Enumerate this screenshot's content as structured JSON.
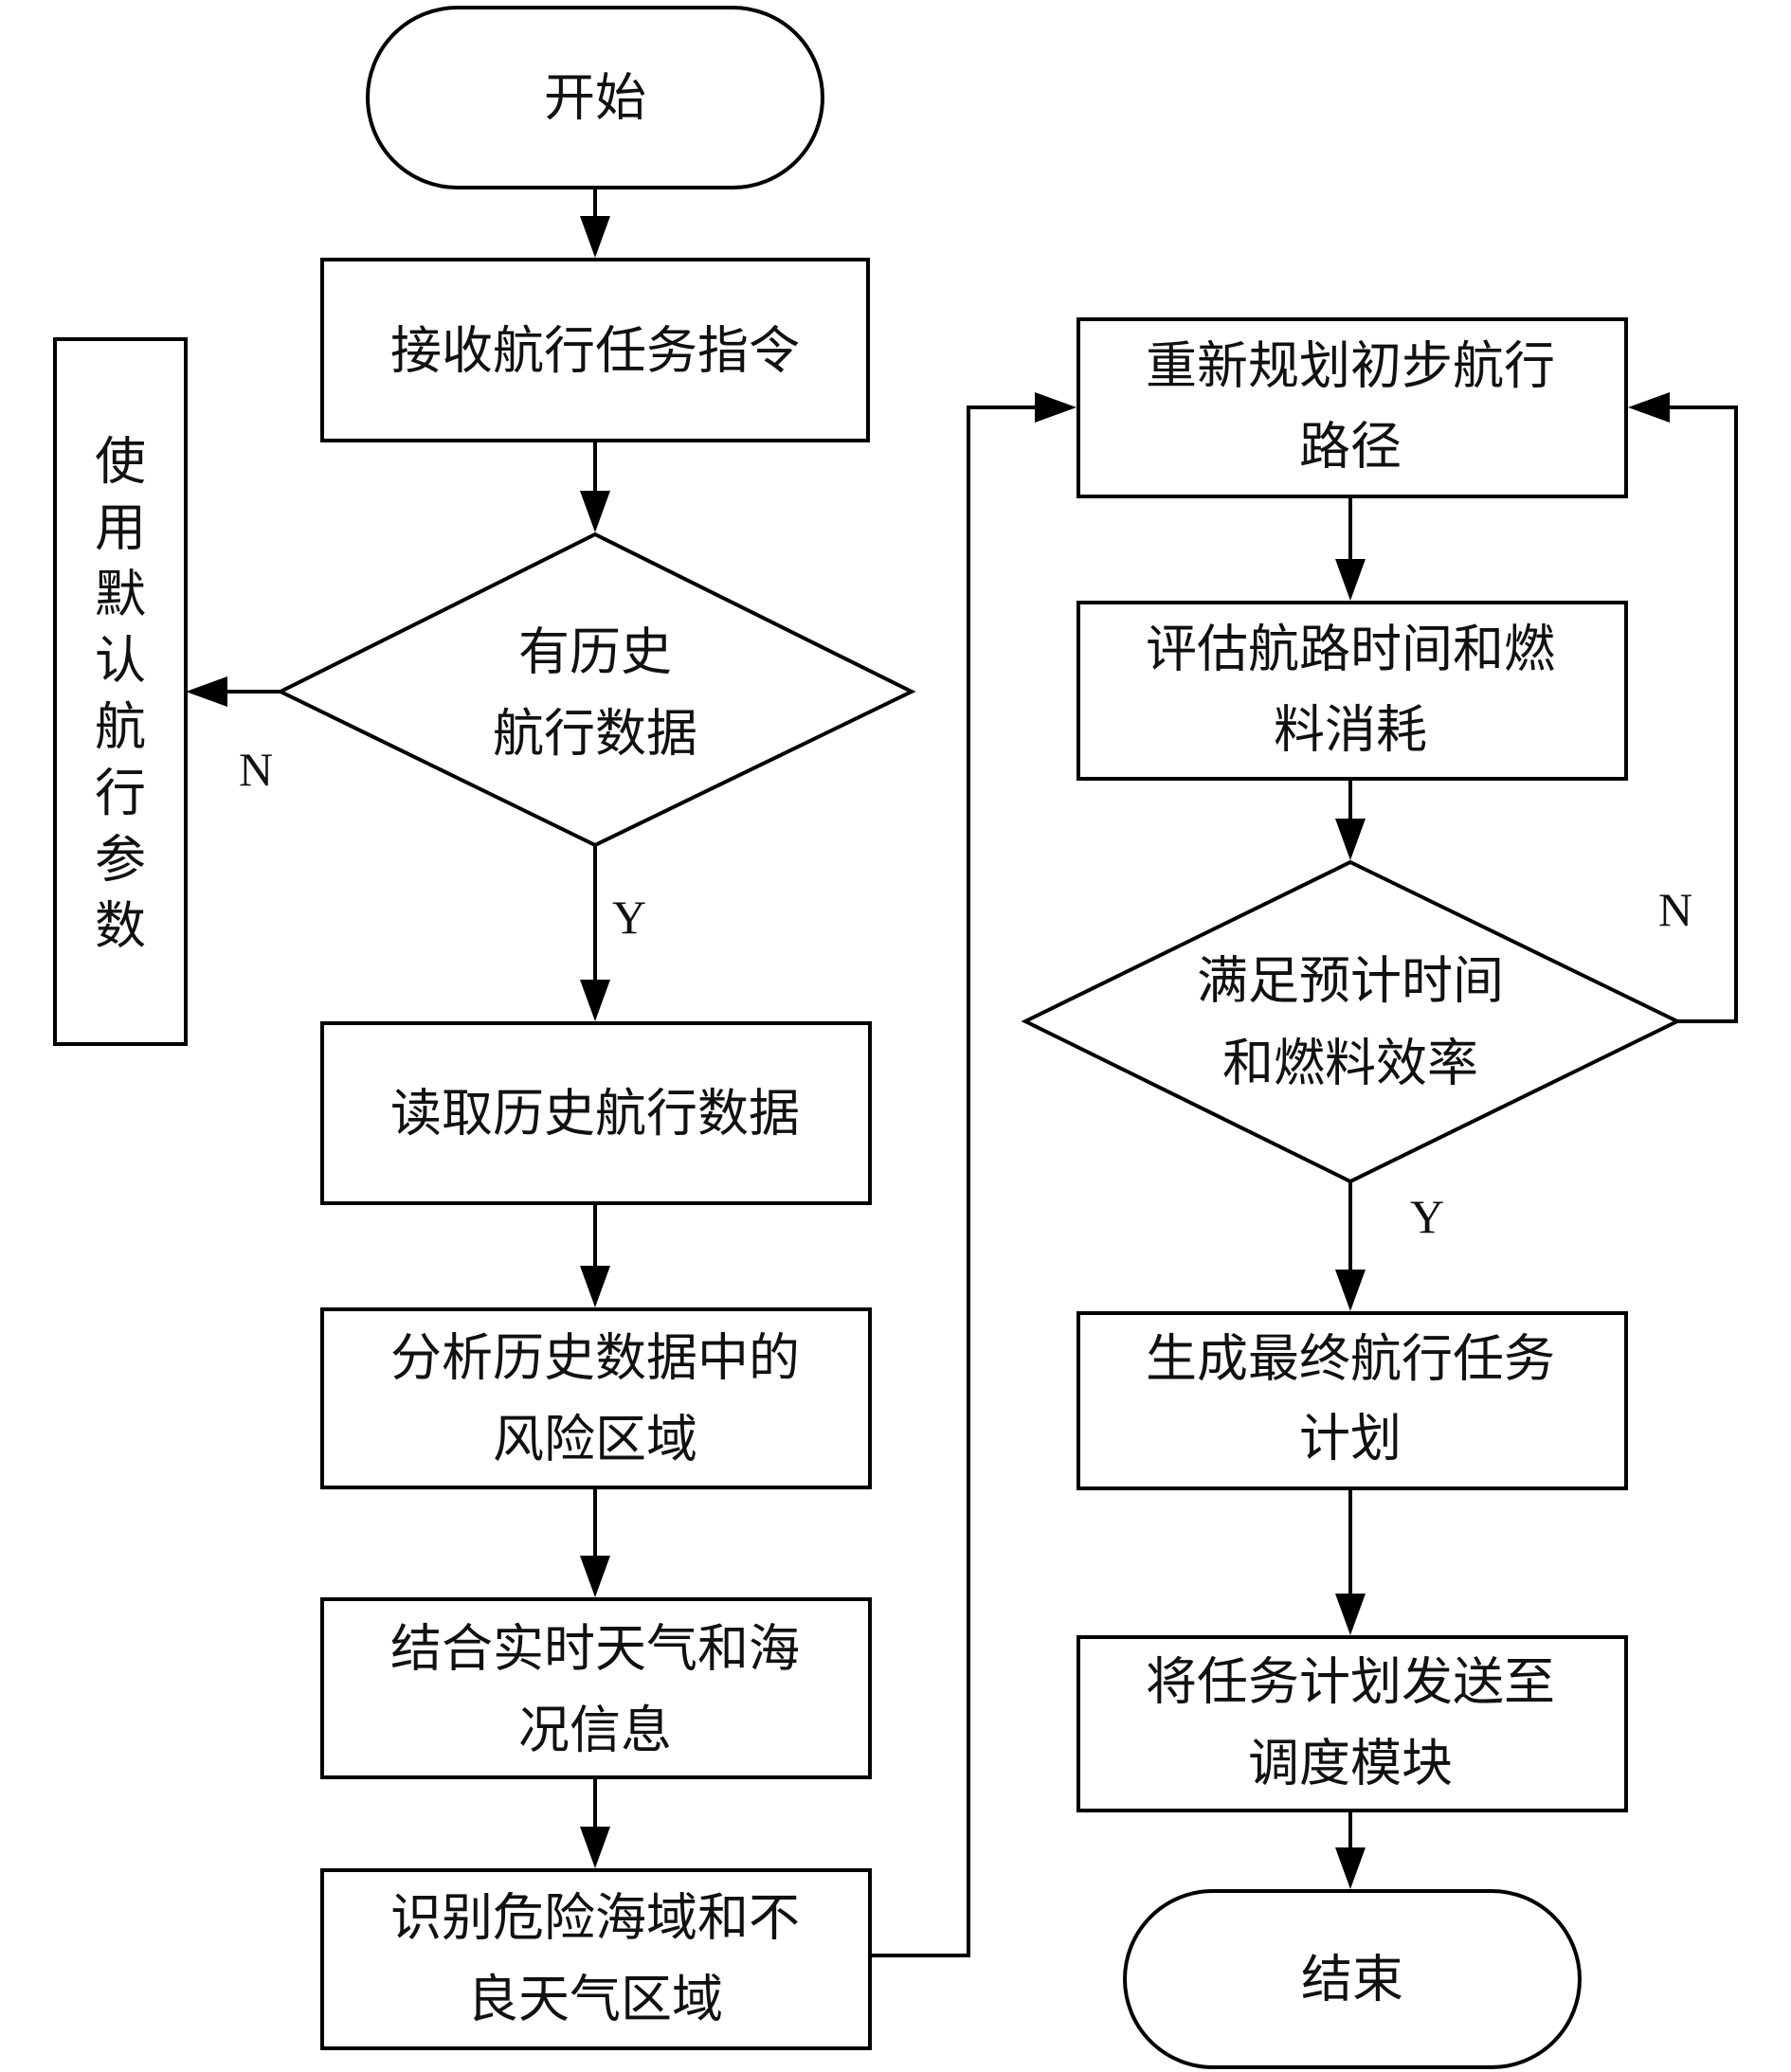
{
  "nodes": {
    "start": "开始",
    "receive": "接收航行任务指令",
    "has_history": [
      "有历史",
      "航行数据"
    ],
    "default_params": [
      "使",
      "用",
      "默",
      "认",
      "航",
      "行",
      "参",
      "数"
    ],
    "read_history": "读取历史航行数据",
    "analyze": [
      "分析历史数据中的",
      "风险区域"
    ],
    "combine": [
      "结合实时天气和海",
      "况信息"
    ],
    "identify": [
      "识别危险海域和不",
      "良天气区域"
    ],
    "replan": [
      "重新规划初步航行",
      "路径"
    ],
    "evaluate": [
      "评估航路时间和燃",
      "料消耗"
    ],
    "satisfy": [
      "满足预计时间",
      "和燃料效率"
    ],
    "generate": [
      "生成最终航行任务",
      "计划"
    ],
    "send": [
      "将任务计划发送至",
      "调度模块"
    ],
    "end": "结束"
  },
  "labels": {
    "no_left": "N",
    "yes_left": "Y",
    "no_right": "N",
    "yes_right": "Y"
  }
}
